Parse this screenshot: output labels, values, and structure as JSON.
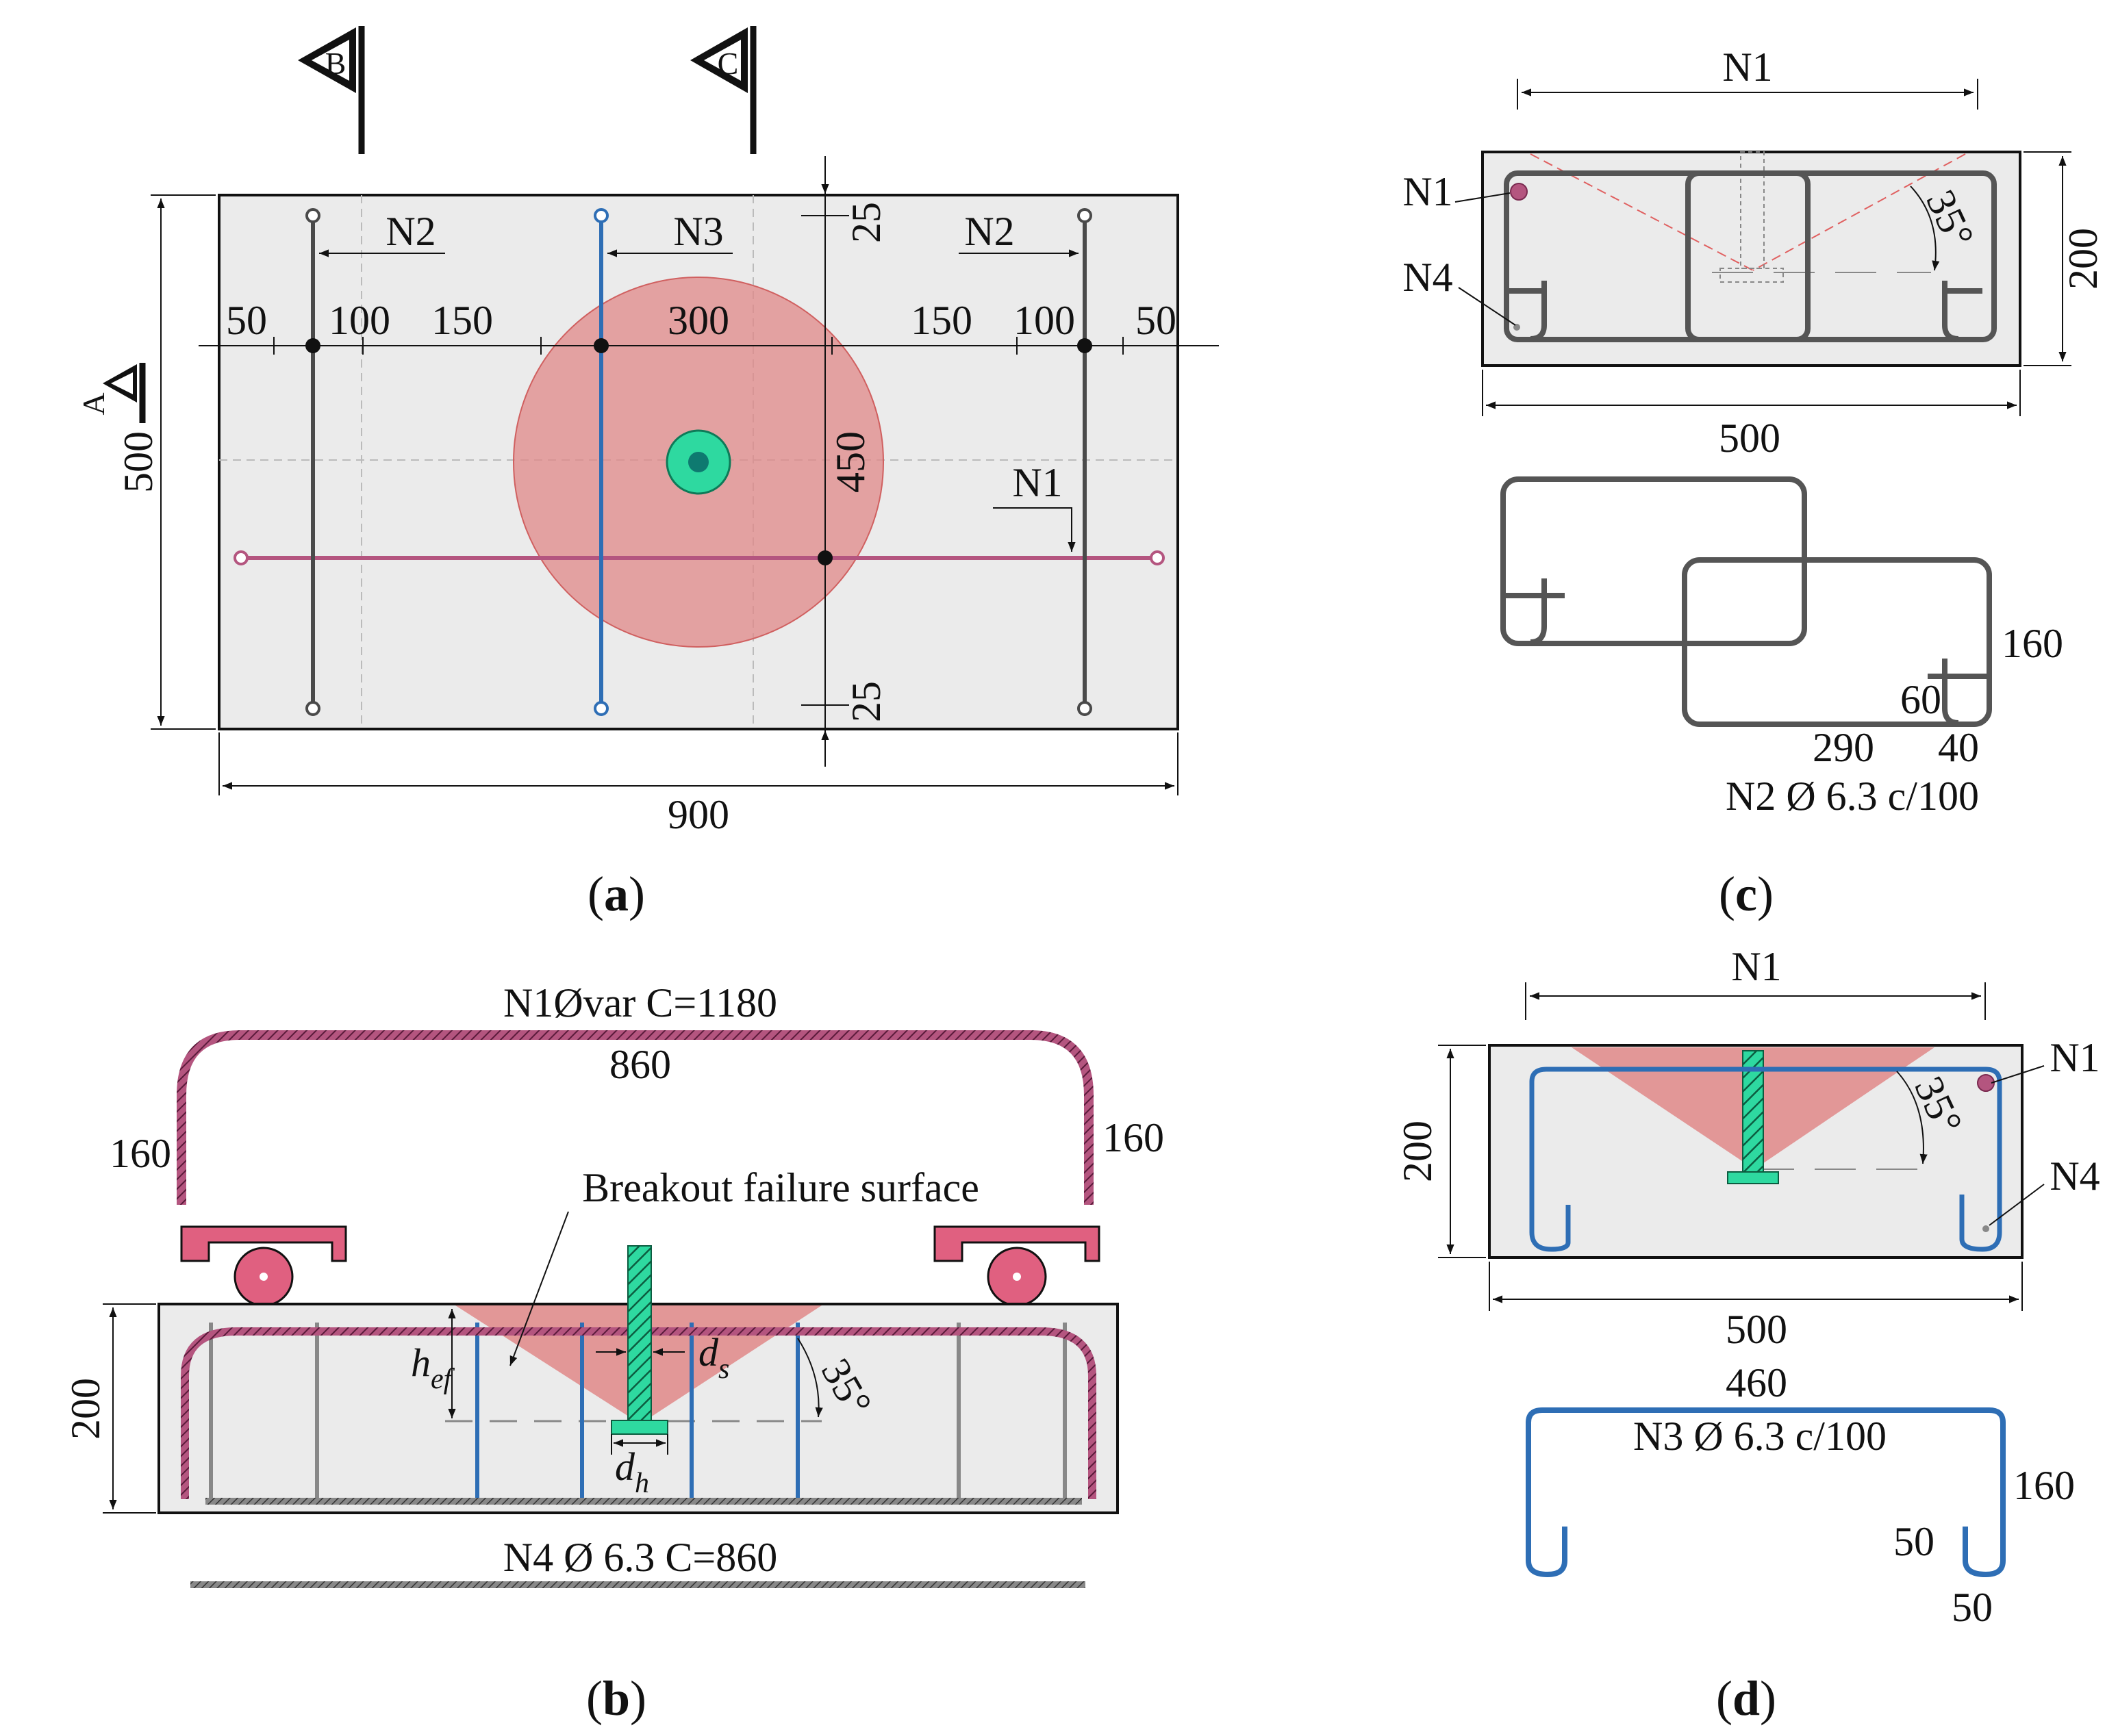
{
  "panel_a": {
    "caption_open": "(",
    "caption_letter": "a",
    "caption_close": ")",
    "section_markers": [
      "A",
      "B",
      "C"
    ],
    "bar_labels": {
      "n2_left": "N2",
      "n3": "N3",
      "n2_right": "N2",
      "n1": "N1"
    },
    "spacing_labels": [
      "50",
      "100",
      "150",
      "300",
      "150",
      "100",
      "50"
    ],
    "dim_length": "900",
    "dim_width": "500",
    "dim_450": "450",
    "dim_25_top": "25",
    "dim_25_bottom": "25",
    "colors": {
      "slab": "#ebebeb",
      "cone": "#e08888",
      "anchor": "#2ed9a0",
      "n3": "#2e6eb5",
      "n1": "#b4557f",
      "n2": "#4a4a4a"
    }
  },
  "panel_b": {
    "caption_open": "(",
    "caption_letter": "b",
    "caption_close": ")",
    "n1_label": "N1Øvar C=1180",
    "n1_span": "860",
    "n1_leg_left": "160",
    "n1_leg_right": "160",
    "breakout_label": "Breakout failure surface",
    "height": "200",
    "angle": "35°",
    "hef_main": "h",
    "hef_sub": "ef",
    "ds_main": "d",
    "ds_sub": "s",
    "dh_main": "d",
    "dh_sub": "h",
    "n4_label": "N4 Ø 6.3 C=860"
  },
  "panel_c": {
    "caption_open": "(",
    "caption_letter": "c",
    "caption_close": ")",
    "n1_top": "N1",
    "n1_side": "N1",
    "n4_side": "N4",
    "angle": "35°",
    "height": "200",
    "width": "500",
    "stirrup_160": "160",
    "stirrup_60": "60",
    "stirrup_290": "290",
    "stirrup_40": "40",
    "n2_label": "N2 Ø 6.3 c/100"
  },
  "panel_d": {
    "caption_open": "(",
    "caption_letter": "d",
    "caption_close": ")",
    "n1_top": "N1",
    "n1_side": "N1",
    "n4_side": "N4",
    "angle": "35°",
    "height": "200",
    "width": "500",
    "bar_460": "460",
    "n3_label": "N3 Ø 6.3 c/100",
    "bar_160": "160",
    "bar_50_inner": "50",
    "bar_50_bottom": "50"
  }
}
